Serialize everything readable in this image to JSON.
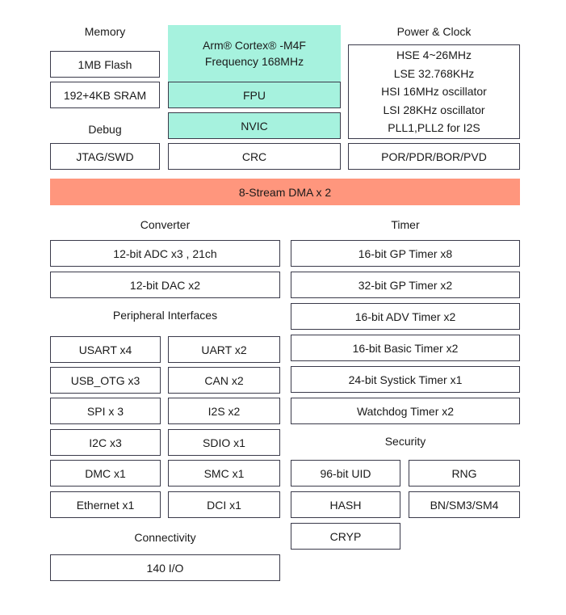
{
  "colors": {
    "core": "#a6f2de",
    "dma": "#ff967d",
    "border": "#3a3a4a"
  },
  "headings": {
    "memory": "Memory",
    "debug": "Debug",
    "power_clock": "Power & Clock",
    "converter": "Converter",
    "timer": "Timer",
    "peripheral": "Peripheral Interfaces",
    "security": "Security",
    "connectivity": "Connectivity"
  },
  "memory": {
    "flash": "1MB Flash",
    "sram": "192+4KB SRAM"
  },
  "debug": {
    "jtag": "JTAG/SWD"
  },
  "core": {
    "line1": "Arm® Cortex® -M4F",
    "line2": "Frequency 168MHz",
    "fpu": "FPU",
    "nvic": "NVIC",
    "crc": "CRC"
  },
  "power_clock": {
    "lines": [
      "HSE 4~26MHz",
      "LSE 32.768KHz",
      "HSI 16MHz oscillator",
      "LSI 28KHz oscillator",
      "PLL1,PLL2 for I2S"
    ],
    "reset": "POR/PDR/BOR/PVD"
  },
  "dma": "8-Stream DMA x 2",
  "converter": {
    "adc": "12-bit ADC x3 , 21ch",
    "dac": "12-bit DAC x2"
  },
  "timer": {
    "items": [
      "16-bit GP Timer x8",
      "32-bit GP Timer x2",
      "16-bit  ADV Timer x2",
      "16-bit Basic Timer x2",
      "24-bit  Systick Timer x1",
      "Watchdog Timer x2"
    ]
  },
  "peripheral": {
    "left": [
      "USART x4",
      "USB_OTG x3",
      "SPI x 3",
      "I2C x3",
      "DMC x1",
      "Ethernet x1"
    ],
    "right": [
      "UART x2",
      "CAN x2",
      "I2S x2",
      "SDIO x1",
      "SMC x1",
      "DCI x1"
    ]
  },
  "security": {
    "uid": "96-bit UID",
    "rng": "RNG",
    "hash": "HASH",
    "bn": "BN/SM3/SM4",
    "cryp": "CRYP"
  },
  "connectivity": {
    "io": "140 I/O"
  }
}
